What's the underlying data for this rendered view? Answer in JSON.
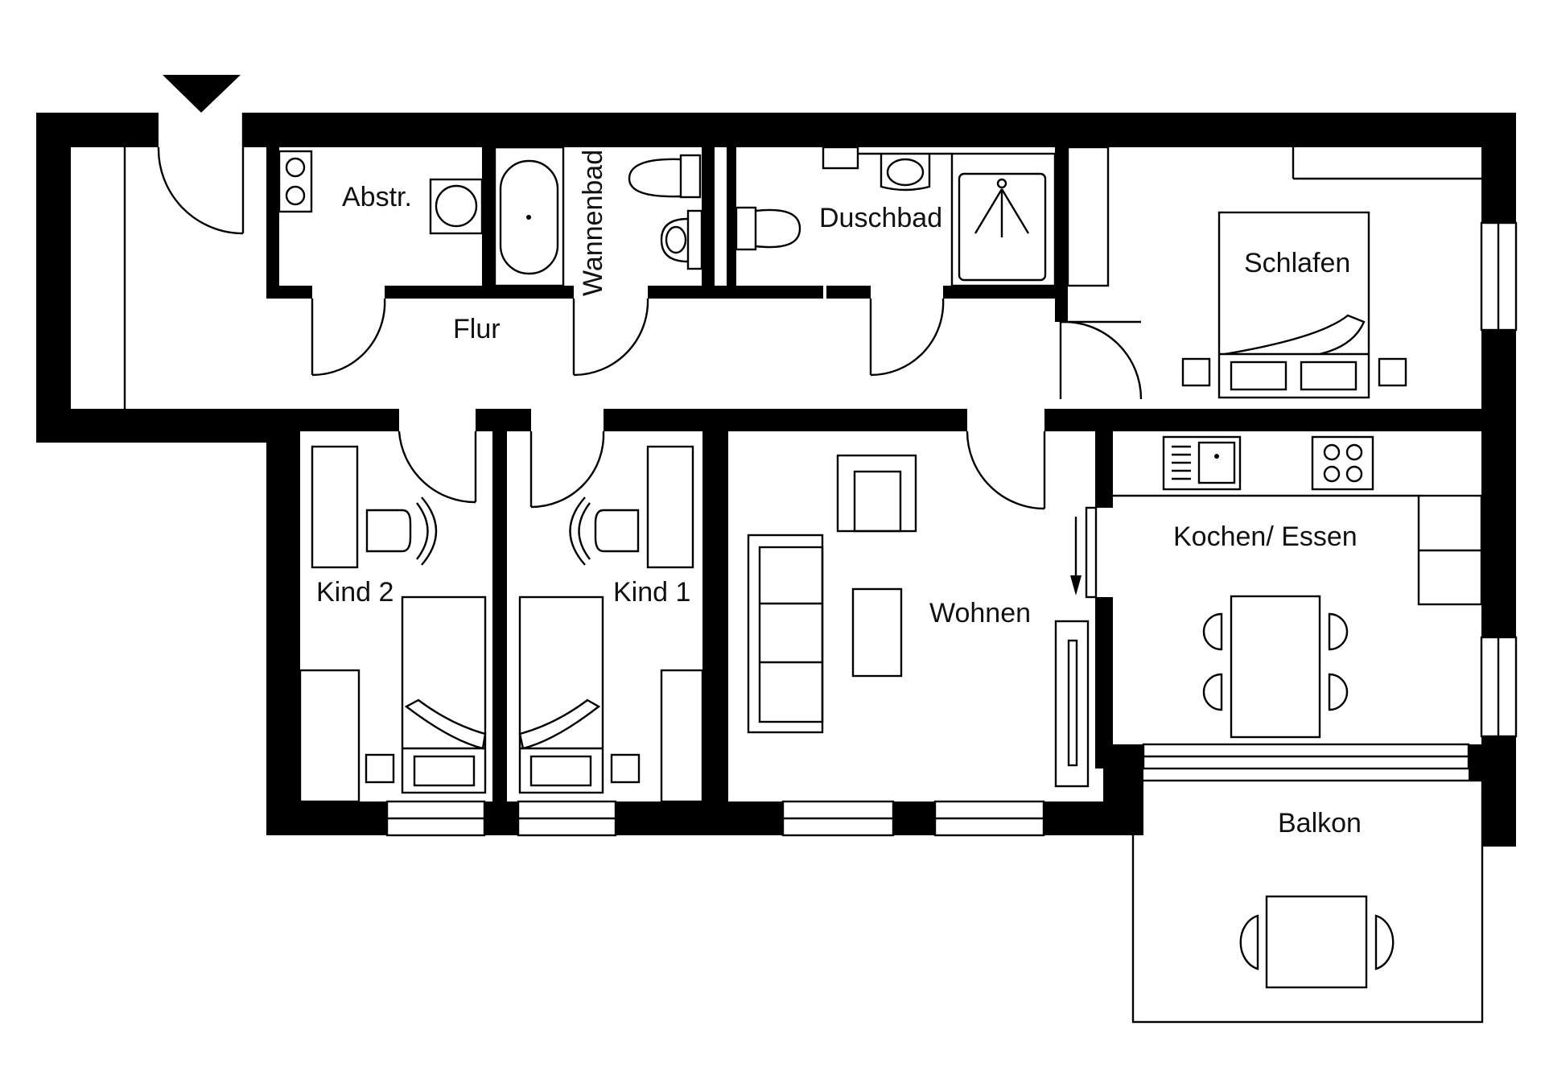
{
  "rooms": {
    "abstr": "Abstr.",
    "wannenbad": "Wannenbad",
    "duschbad": "Duschbad",
    "schlafen": "Schlafen",
    "flur": "Flur",
    "kind2": "Kind 2",
    "kind1": "Kind 1",
    "wohnen": "Wohnen",
    "kochen": "Kochen/ Essen",
    "balkon": "Balkon"
  },
  "icons": {
    "entrance": "entrance-arrow-icon"
  }
}
